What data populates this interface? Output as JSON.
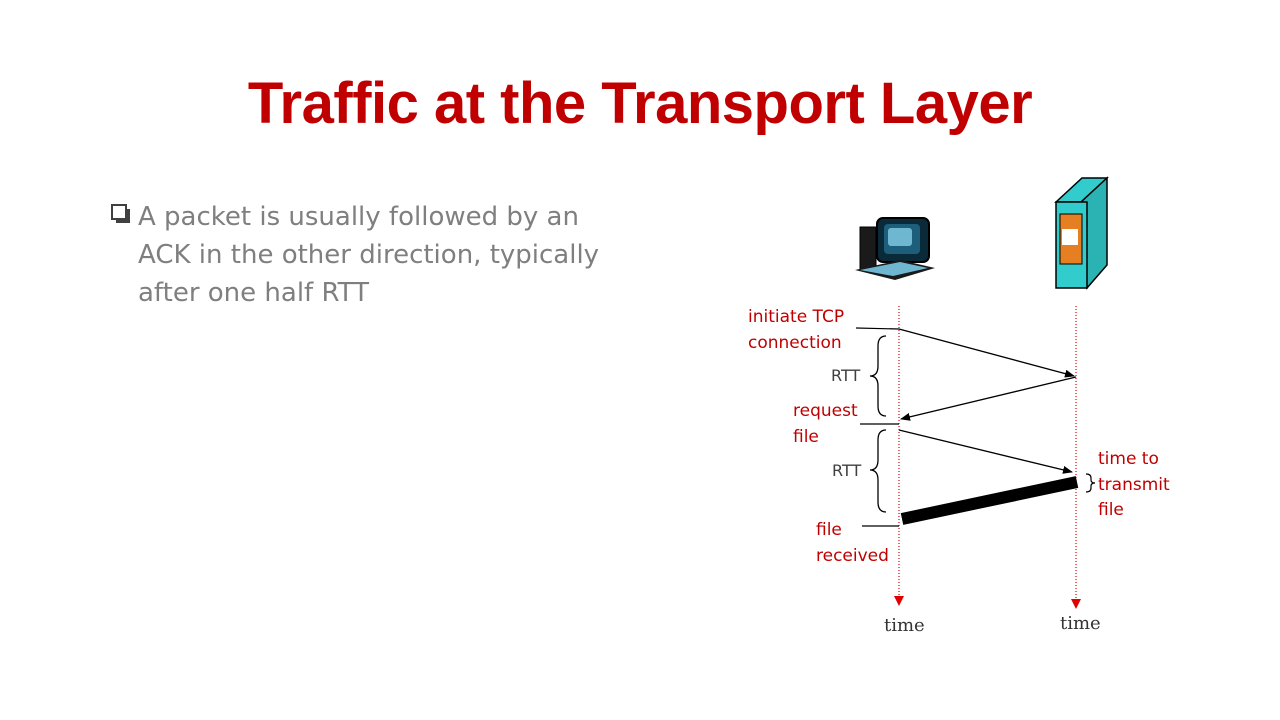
{
  "slide": {
    "title": "Traffic at the Transport Layer",
    "bullet": "A packet is usually followed by an ACK in the other direction, typically after one half RTT"
  },
  "diagram": {
    "labels": {
      "initiate_line1": "initiate TCP",
      "initiate_line2": "connection",
      "rtt1": "RTT",
      "request_line1": "request",
      "request_line2": "file",
      "rtt2": "RTT",
      "file_received_line1": "file",
      "file_received_line2": "received",
      "transmit_line1": "time to",
      "transmit_line2": "transmit",
      "transmit_line3": "file",
      "client_time": "time",
      "server_time": "time"
    },
    "icons": {
      "client": "desktop-computer-icon",
      "server": "server-tower-icon",
      "bullet": "checkbox-bullet-icon"
    },
    "colors": {
      "title": "#c00000",
      "timeline": "#e00000",
      "server_body": "#33cccc",
      "server_panel": "#e67e22"
    }
  }
}
